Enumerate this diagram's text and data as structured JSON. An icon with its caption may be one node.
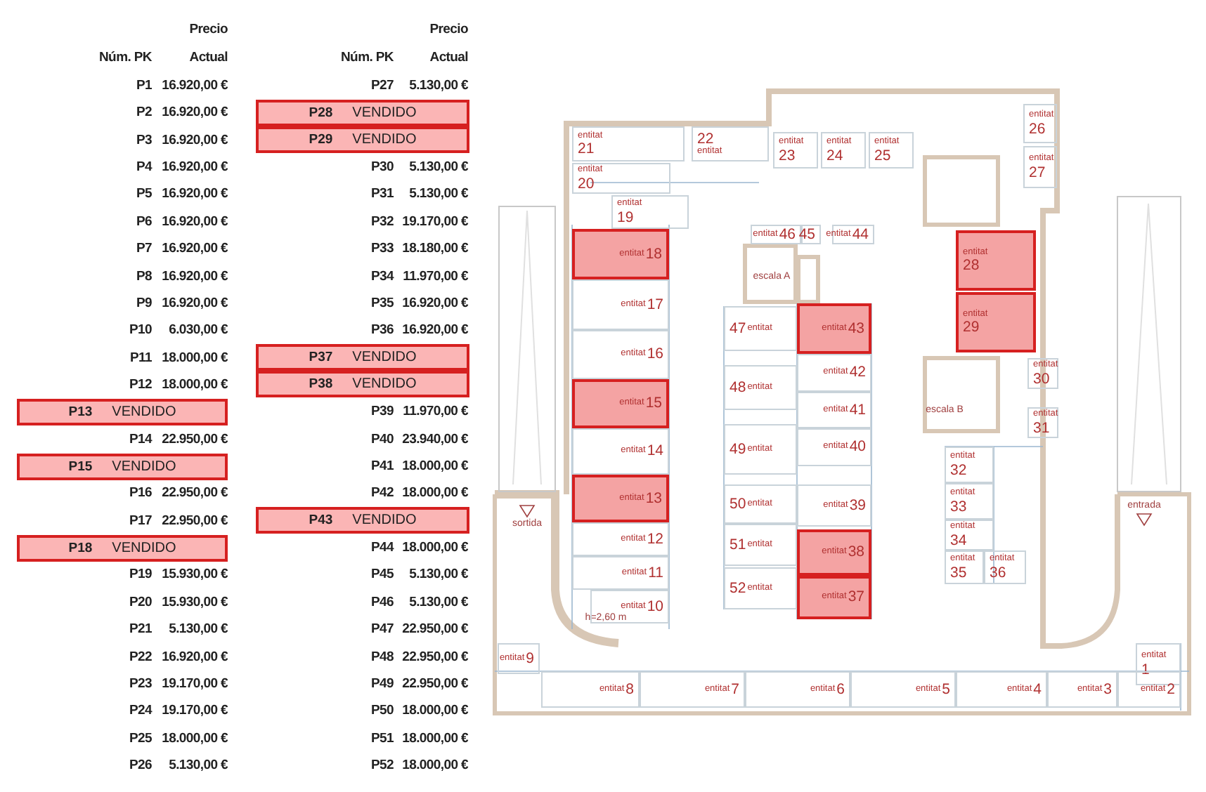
{
  "diagram": {
    "nodes": [
      {
        "text": [
          "P28",
          "VENDIDO"
        ]
      },
      {
        "text": [
          "P29",
          "VENDIDO"
        ]
      },
      {
        "text": [
          "P37",
          "VENDIDO"
        ]
      },
      {
        "text": [
          "P38",
          "VENDIDO"
        ]
      },
      {
        "text": [
          "P13",
          "VENDIDO"
        ]
      },
      {
        "text": [
          "P15",
          "VENDIDO"
        ]
      },
      {
        "text": [
          "P43",
          "VENDIDO"
        ]
      },
      {
        "text": [
          "P18",
          "VENDIDO"
        ]
      },
      {
        "text": [
          "entitat",
          "21"
        ]
      },
      {
        "text": [
          "22",
          "entitat"
        ]
      },
      {
        "text": [
          "entitat",
          "23"
        ]
      },
      {
        "text": [
          "entitat",
          "24"
        ]
      },
      {
        "text": [
          "entitat",
          "25"
        ]
      },
      {
        "text": [
          "entitat",
          "26"
        ]
      },
      {
        "text": [
          "entitat",
          "27"
        ]
      },
      {
        "text": [
          "entitat",
          "20"
        ]
      },
      {
        "text": [
          "entitat",
          "19"
        ]
      },
      {
        "text": [
          "entitat",
          "18"
        ]
      },
      {
        "text": [
          "entitat",
          "46"
        ]
      },
      {
        "text": [
          "45"
        ]
      },
      {
        "text": [
          "entitat",
          "44"
        ]
      },
      {
        "text": [
          "entitat",
          "28"
        ]
      },
      {
        "text": [
          "entitat",
          "17"
        ]
      },
      {
        "text": [
          "47",
          "entitat"
        ]
      },
      {
        "text": [
          "entitat",
          "43"
        ]
      },
      {
        "text": [
          "entitat",
          "29"
        ]
      },
      {
        "text": [
          "entitat",
          "16"
        ]
      },
      {
        "text": [
          "48",
          "entitat"
        ]
      },
      {
        "text": [
          "entitat",
          "42"
        ]
      },
      {
        "text": [
          "entitat",
          "15"
        ]
      },
      {
        "text": [
          "entitat",
          "41"
        ]
      },
      {
        "text": [
          "entitat",
          "30"
        ]
      },
      {
        "text": [
          "entitat",
          "31"
        ]
      },
      {
        "text": [
          "entitat",
          "14"
        ]
      },
      {
        "text": [
          "49",
          "entitat"
        ]
      },
      {
        "text": [
          "entitat",
          "40"
        ]
      },
      {
        "text": [
          "entitat",
          "32"
        ]
      },
      {
        "text": [
          "entitat",
          "13"
        ]
      },
      {
        "text": [
          "50",
          "entitat"
        ]
      },
      {
        "text": [
          "entitat",
          "39"
        ]
      },
      {
        "text": [
          "entitat",
          "33"
        ]
      },
      {
        "text": [
          "entitat",
          "34"
        ]
      },
      {
        "text": [
          "entitat",
          "12"
        ]
      },
      {
        "text": [
          "51",
          "entitat"
        ]
      },
      {
        "text": [
          "entitat",
          "38"
        ]
      },
      {
        "text": [
          "entitat",
          "35"
        ]
      },
      {
        "text": [
          "entitat",
          "36"
        ]
      },
      {
        "text": [
          "entitat",
          "11"
        ]
      },
      {
        "text": [
          "52",
          "entitat"
        ]
      },
      {
        "text": [
          "entitat",
          "37"
        ]
      },
      {
        "text": [
          "entitat",
          "10"
        ]
      },
      {
        "text": [
          "entitat",
          "9"
        ]
      },
      {
        "text": [
          "entitat",
          "1"
        ]
      },
      {
        "text": [
          "entitat",
          "8"
        ]
      },
      {
        "text": [
          "entitat",
          "7"
        ]
      },
      {
        "text": [
          "entitat",
          "6"
        ]
      },
      {
        "text": [
          "entitat",
          "5"
        ]
      },
      {
        "text": [
          "entitat",
          "4"
        ]
      },
      {
        "text": [
          "entitat",
          "3"
        ]
      },
      {
        "text": [
          "entitat",
          "2"
        ]
      }
    ],
    "labels": [
      "Precio",
      "Precio",
      "Núm. PK",
      "Actual",
      "Núm. PK",
      "Actual",
      "P1",
      "16.920,00 €",
      "P27",
      "5.130,00 €",
      "P2",
      "16.920,00 €",
      "P3",
      "16.920,00 €",
      "P4",
      "16.920,00 €",
      "P30",
      "5.130,00 €",
      "P5",
      "16.920,00 €",
      "P31",
      "5.130,00 €",
      "P6",
      "16.920,00 €",
      "P32",
      "19.170,00 €",
      "P7",
      "16.920,00 €",
      "P33",
      "18.180,00 €",
      "P8",
      "16.920,00 €",
      "P34",
      "11.970,00 €",
      "P9",
      "16.920,00 €",
      "P35",
      "16.920,00 €",
      "P10",
      "6.030,00 €",
      "P36",
      "16.920,00 €",
      "P11",
      "18.000,00 €",
      "P12",
      "18.000,00 €",
      "P39",
      "11.970,00 €",
      "P14",
      "22.950,00 €",
      "P40",
      "23.940,00 €",
      "P41",
      "18.000,00 €",
      "P16",
      "22.950,00 €",
      "P42",
      "18.000,00 €",
      "P17",
      "22.950,00 €",
      "P44",
      "18.000,00 €",
      "P19",
      "15.930,00 €",
      "P45",
      "5.130,00 €",
      "P20",
      "15.930,00 €",
      "P46",
      "5.130,00 €",
      "P21",
      "5.130,00 €",
      "P47",
      "22.950,00 €",
      "P22",
      "16.920,00 €",
      "P48",
      "22.950,00 €",
      "P23",
      "19.170,00 €",
      "P49",
      "22.950,00 €",
      "P24",
      "19.170,00 €",
      "P50",
      "18.000,00 €",
      "P25",
      "18.000,00 €",
      "P51",
      "18.000,00 €",
      "P26",
      "5.130,00 €",
      "P52",
      "18.000,00 €",
      "escala A",
      "escala B",
      "sortida",
      "entrada",
      "h=2,60 m"
    ]
  }
}
